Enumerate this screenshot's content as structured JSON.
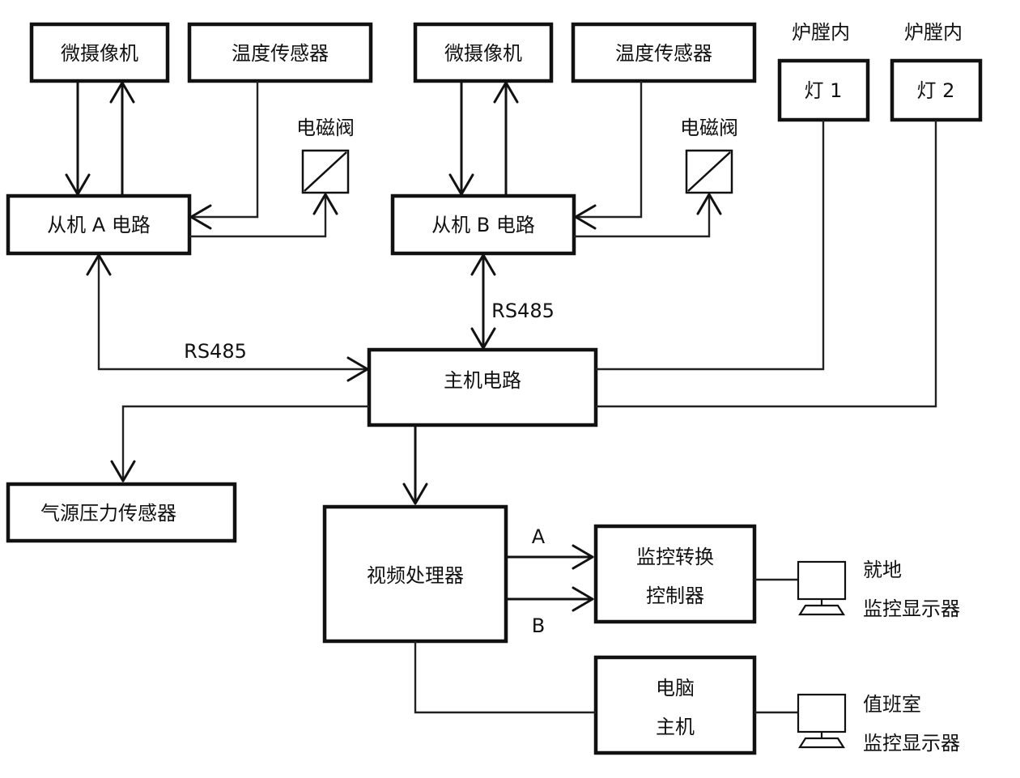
{
  "nodes": {
    "camera_a": "微摄像机",
    "temp_a": "温度传感器",
    "valve_a": "电磁阀",
    "slave_a": "从机 A 电路",
    "camera_b": "微摄像机",
    "temp_b": "温度传感器",
    "valve_b": "电磁阀",
    "slave_b": "从机 B 电路",
    "lamp1_caption": "炉膛内",
    "lamp1": "灯 1",
    "lamp2_caption": "炉膛内",
    "lamp2": "灯 2",
    "host": "主机电路",
    "gas_sensor": "气源压力传感器",
    "video": "视频处理器",
    "switch_line1": "监控转换",
    "switch_line2": "控制器",
    "pc_line1": "电脑",
    "pc_line2": "主机",
    "local_line1": "就地",
    "local_line2": "监控显示器",
    "duty_line1": "值班室",
    "duty_line2": "监控显示器"
  },
  "edge_labels": {
    "rs485_a": "RS485",
    "rs485_b": "RS485",
    "channel_a": "A",
    "channel_b": "B"
  }
}
